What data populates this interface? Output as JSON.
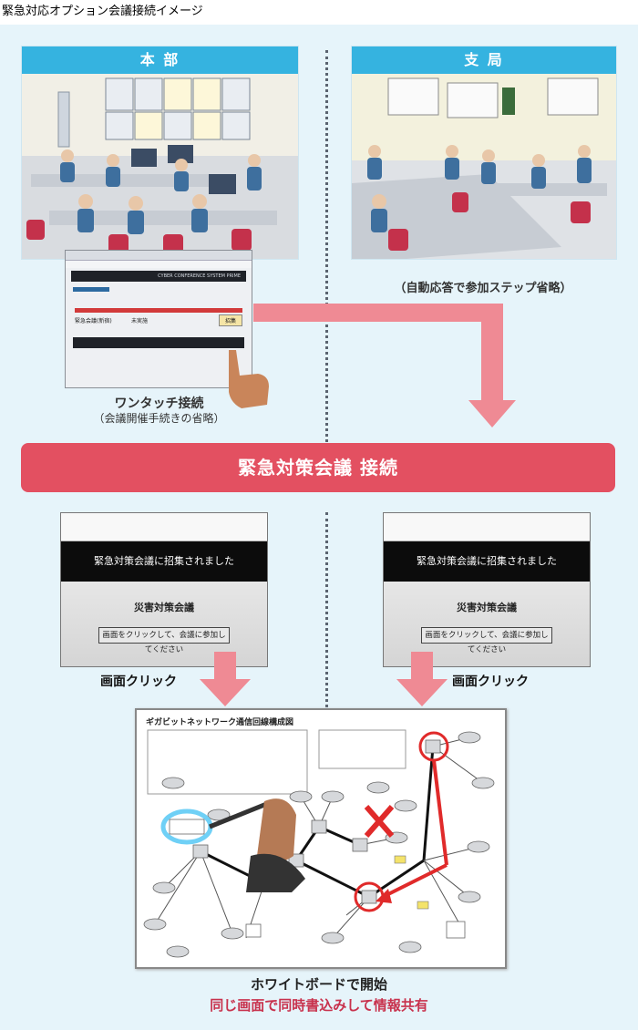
{
  "page_title": "緊急対応オプション会議接続イメージ",
  "left_panel": {
    "header": "本 部"
  },
  "right_panel": {
    "header": "支 局"
  },
  "auto_answer_note": "（自動応答で参加ステップ省略）",
  "one_touch": {
    "label": "ワンタッチ接続",
    "sublabel": "（会議開催手続きの省略）",
    "screen_logo": "CYBER CONFERENCE SYSTEM PRIME",
    "screen_row_name": "緊急会議(新宿)",
    "screen_row_status": "未実施",
    "screen_button": "招集"
  },
  "banner": "緊急対策会議 接続",
  "invite_left": {
    "message": "緊急対策会議に招集されました",
    "conference": "災害対策会議",
    "button": "画面をクリックして、会議に参加してください"
  },
  "invite_right": {
    "message": "緊急対策会議に招集されました",
    "conference": "災害対策会議",
    "button": "画面をクリックして、会議に参加してください"
  },
  "click_label_left": "画面クリック",
  "click_label_right": "画面クリック",
  "whiteboard": {
    "title": "ギガビットネットワーク通信回線構成図"
  },
  "final": {
    "line1": "ホワイトボードで開始",
    "line2": "同じ画面で同時書込みして情報共有"
  },
  "colors": {
    "header_blue": "#35b3e0",
    "banner_red": "#e35061",
    "arrow_pink": "#ef8a94",
    "accent_red": "#c8324d",
    "background": "#e6f4fa"
  }
}
